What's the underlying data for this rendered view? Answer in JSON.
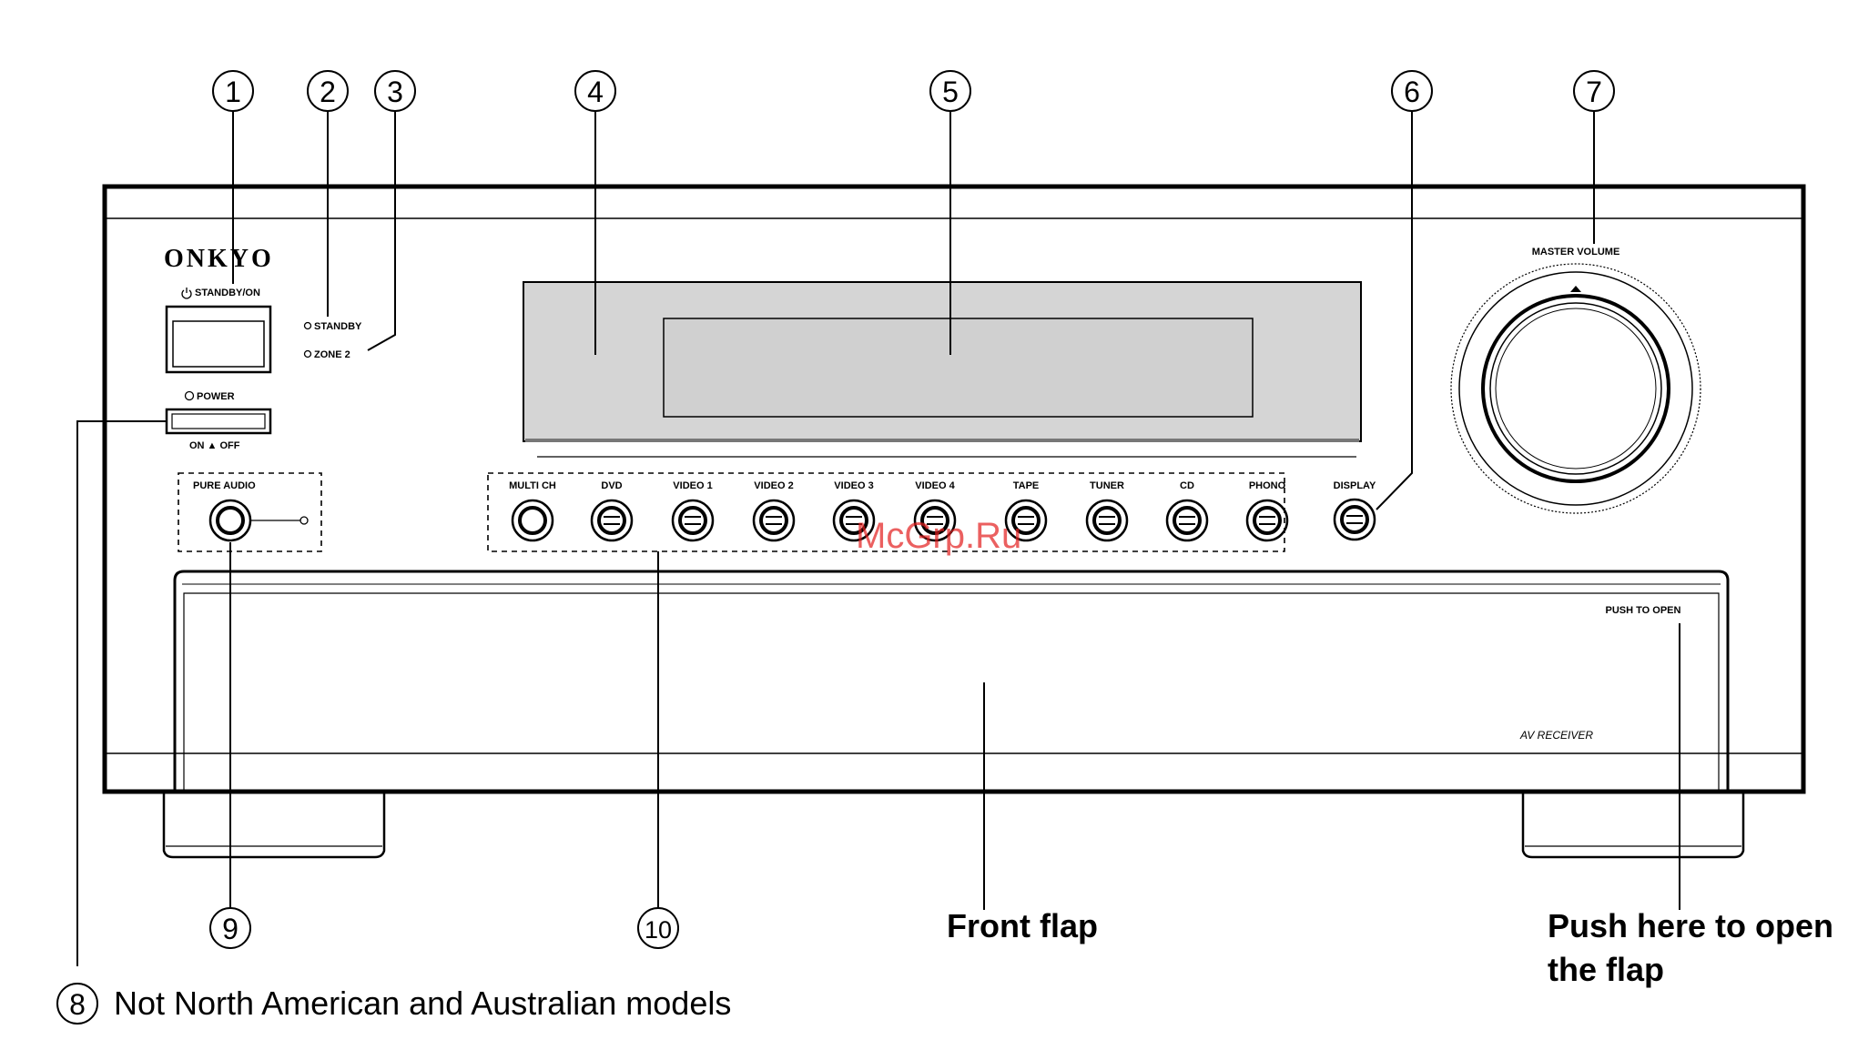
{
  "brand": "ONKYO",
  "panel": {
    "standby_on_label": "STANDBY/ON",
    "standby_indicator": "STANDBY",
    "zone2_indicator": "ZONE 2",
    "power_label": "POWER",
    "power_switch_label": "ON ▲ OFF",
    "pure_audio_label": "PURE AUDIO",
    "display_label": "DISPLAY",
    "master_volume_label": "MASTER VOLUME",
    "push_to_open_label": "PUSH TO OPEN",
    "model_label": "AV RECEIVER",
    "source_buttons": [
      "MULTI CH",
      "DVD",
      "VIDEO 1",
      "VIDEO 2",
      "VIDEO 3",
      "VIDEO 4",
      "TAPE",
      "TUNER",
      "CD",
      "PHONO"
    ]
  },
  "callouts": {
    "c1": "1",
    "c2": "2",
    "c3": "3",
    "c4": "4",
    "c5": "5",
    "c6": "6",
    "c7": "7",
    "c8": "8",
    "c9": "9",
    "c10": "10"
  },
  "captions": {
    "front_flap": "Front flap",
    "push_line1": "Push here to open",
    "push_line2": "the flap"
  },
  "footnote": "Not North American and Australian models",
  "watermark": "McGrp.Ru"
}
